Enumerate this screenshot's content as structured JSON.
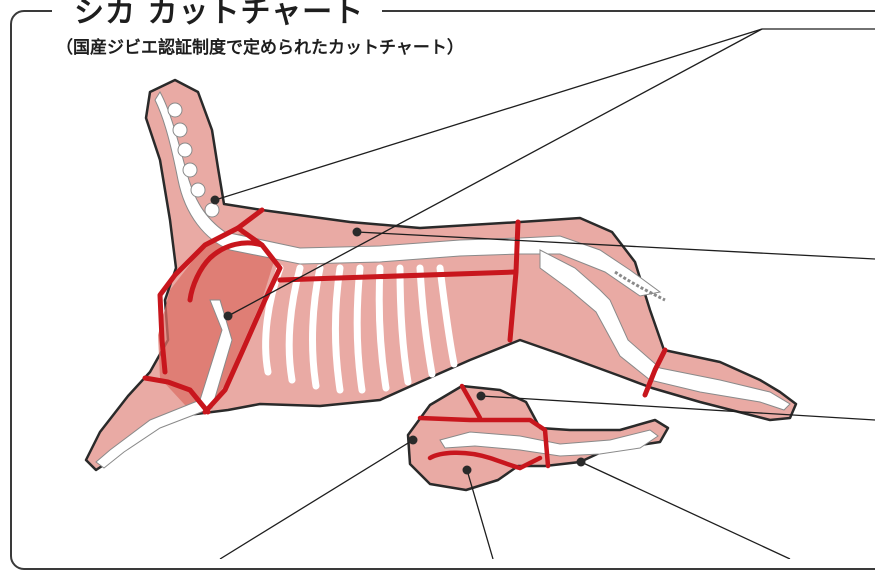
{
  "title": "シカ カットチャート",
  "subtitle": "（国産ジビエ認証制度で定められたカットチャート）",
  "colors": {
    "meat": "#e8a39d",
    "meat_dark": "#d9685f",
    "cut_line": "#c8161d",
    "bone": "#ffffff",
    "outline": "#2a2a2a",
    "leader": "#1e1e1e"
  },
  "icons": [
    "carcass-illustration",
    "hind-leg-illustration"
  ]
}
